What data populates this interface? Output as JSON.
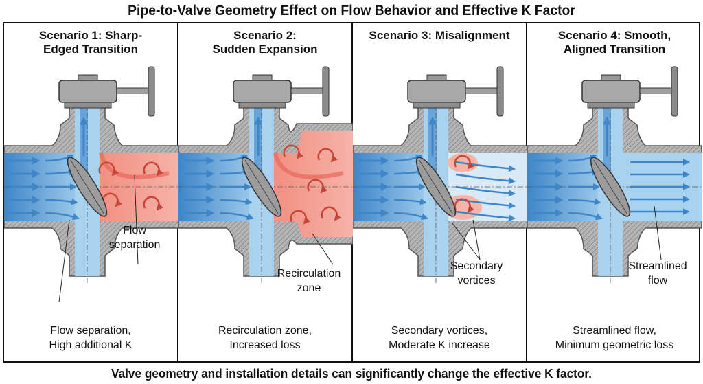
{
  "title": "Pipe-to-Valve Geometry Effect on Flow Behavior and Effective K Factor",
  "footer": "Valve geometry and installation details can significantly change the effective K factor.",
  "colors": {
    "flow_blue": "#3f86c8",
    "light_blue": "#a9d2ef",
    "recirc_red": "#e8675a",
    "light_red": "#f6b3a8",
    "metal": "#9a9a9a"
  },
  "panels": [
    {
      "heading": [
        "Scenario 1: Sharp-",
        "Edged Transition"
      ],
      "callout": [
        "Flow",
        "separation"
      ],
      "caption": [
        "Flow separation,",
        "High additional K"
      ]
    },
    {
      "heading": [
        "Scenario 2:",
        "Sudden Expansion"
      ],
      "callout": [
        "Recirculation",
        "zone"
      ],
      "caption": [
        "Recirculation zone,",
        "Increased loss"
      ]
    },
    {
      "heading": [
        "Scenario 3: Misalignment",
        ""
      ],
      "callout": [
        "Secondary",
        "vortices"
      ],
      "caption": [
        "Secondary vortices,",
        "Moderate K increase"
      ]
    },
    {
      "heading": [
        "Scenario 4: Smooth,",
        "Aligned Transition"
      ],
      "callout": [
        "Streamlined",
        "flow"
      ],
      "caption": [
        "Streamlined flow,",
        "Minimum geometric loss"
      ]
    }
  ]
}
